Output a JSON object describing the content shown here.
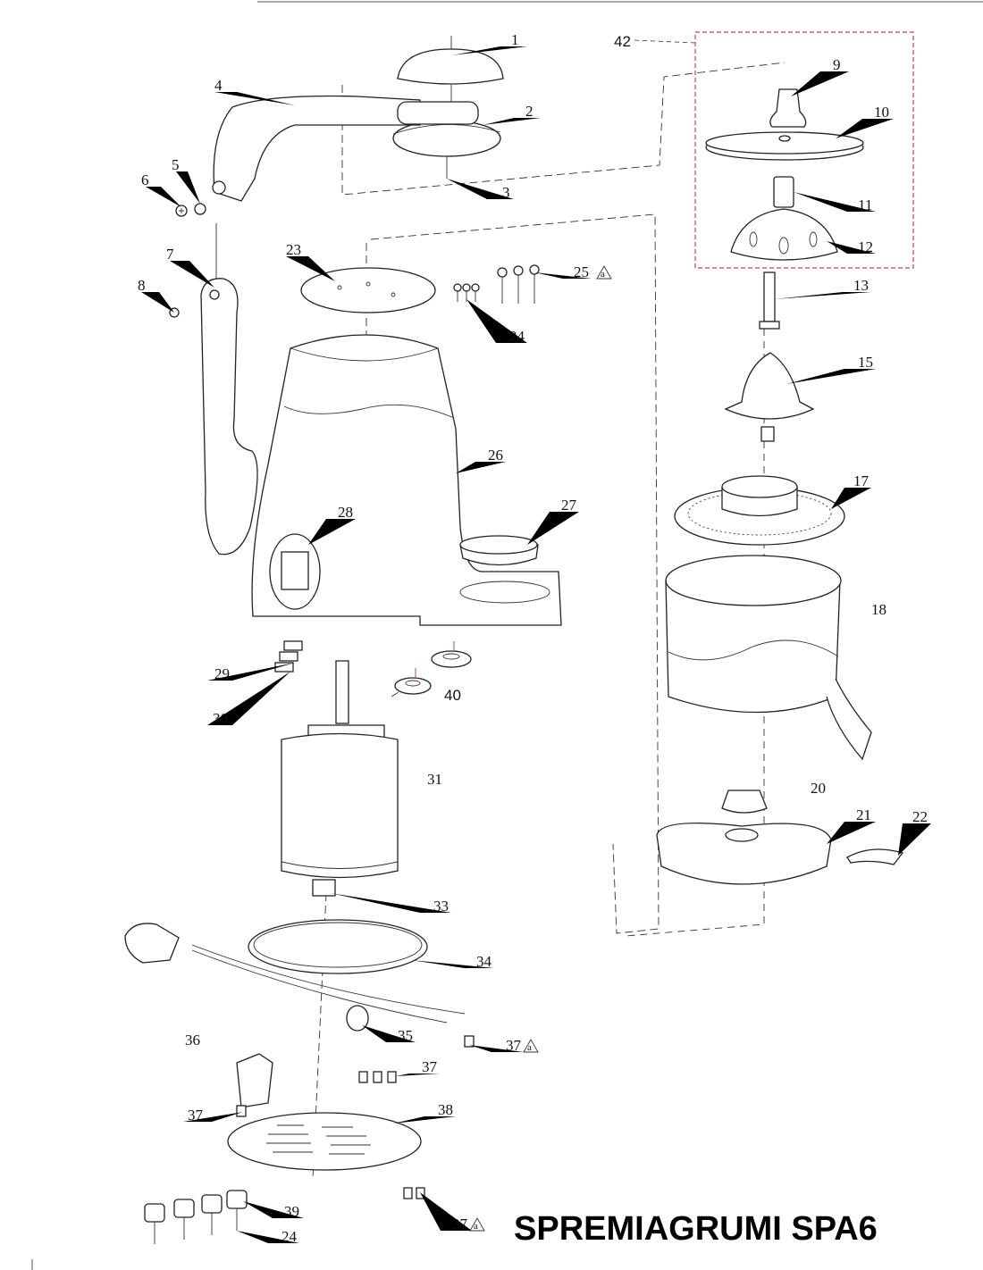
{
  "title": "SPREMIAGRUMI SPA6",
  "group_label": "42",
  "revision_mark": "a",
  "labels": {
    "p1": "1",
    "p2": "2",
    "p3": "3",
    "p4": "4",
    "p5": "5",
    "p6": "6",
    "p7": "7",
    "p8": "8",
    "p9": "9",
    "p10": "10",
    "p11": "11",
    "p12": "12",
    "p13": "13",
    "p15": "15",
    "p17": "17",
    "p18": "18",
    "p20": "20",
    "p21": "21",
    "p22": "22",
    "p23": "23",
    "p24a": "24",
    "p24b": "24",
    "p25": "25",
    "p26": "26",
    "p27": "27",
    "p28": "28",
    "p29": "29",
    "p30": "30",
    "p31": "31",
    "p33": "33",
    "p34": "34",
    "p35": "35",
    "p36": "36",
    "p37a": "37",
    "p37b": "37",
    "p37c": "37",
    "p37d": "37",
    "p38": "38",
    "p39": "39",
    "p40": "40"
  }
}
